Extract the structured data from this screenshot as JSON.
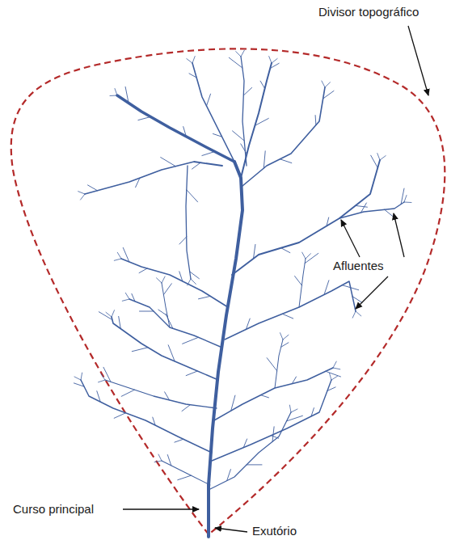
{
  "diagram": {
    "labels": [
      "Divisor topográfico",
      "Afluentes",
      "Curso principal",
      "Exutório"
    ]
  }
}
